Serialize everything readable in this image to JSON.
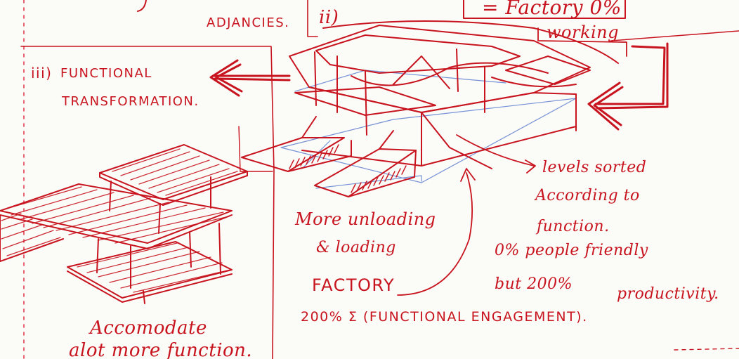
{
  "header": {
    "adjacency_label": "ADJANCIES.",
    "section_ii_label": "ii)",
    "factory_line": "= Factory 0%",
    "working_word": "working"
  },
  "section_iii": {
    "number": "iii)",
    "title_line1": "FUNCTIONAL",
    "title_line2": "TRANSFORMATION."
  },
  "annotations": {
    "levels_line1": "levels sorted",
    "levels_line2": "According to",
    "levels_line3": "function.",
    "people_line": "0% people friendly",
    "productivity_line1": "but 200%",
    "productivity_line2": "productivity.",
    "unloading_line1": "More unloading",
    "unloading_line2": "& loading",
    "factory_word": "FACTORY",
    "engagement_line": "200% Σ (FUNCTIONAL ENGAGEMENT).",
    "accommodate_line1": "Accomodate",
    "accommodate_line2": "alot more function."
  },
  "colors": {
    "ink_red": "#c8141e",
    "pencil_blue": "#5577cc",
    "paper": "#fbfbf8"
  }
}
